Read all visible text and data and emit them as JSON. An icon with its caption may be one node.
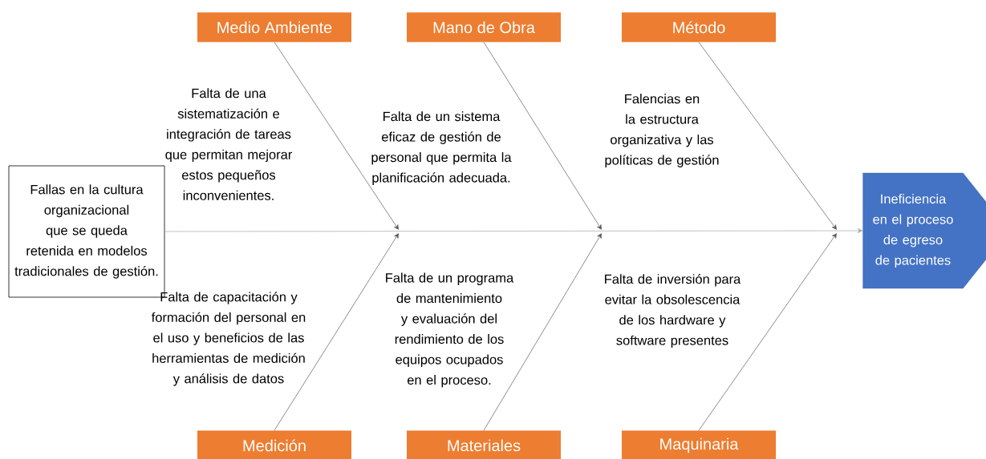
{
  "diagram": {
    "nodes": [
      {
        "text": [
          "Medio Ambiente"
        ]
      },
      {
        "text": [
          "Mano de Obra"
        ]
      },
      {
        "text": [
          "Método"
        ]
      },
      {
        "text": [
          "Fallas en la cultura organizacional que se queda retenida en modelos tradicionales de gestión."
        ]
      },
      {
        "text": [
          "Ineficiencia en el proceso de egreso de pacientes"
        ]
      },
      {
        "text": [
          "Medición"
        ]
      },
      {
        "text": [
          "Materiales"
        ]
      },
      {
        "text": [
          "Maquinaria"
        ]
      }
    ],
    "edges": [
      {
        "from": 0,
        "to": null,
        "arrow": "to"
      },
      {
        "from": 5,
        "to": null,
        "arrow": "to"
      },
      {
        "from": 1,
        "to": null,
        "arrow": "to"
      },
      {
        "from": 6,
        "to": null,
        "arrow": "to"
      },
      {
        "from": 2,
        "to": null,
        "arrow": "to"
      },
      {
        "from": 7,
        "to": null,
        "arrow": "to"
      },
      {
        "from": 3,
        "to": 4,
        "arrow": "to",
        "color": "#a6a6a6"
      }
    ],
    "labels": [
      "Falta de una sistematización e integración de tareas que permitan mejorar estos pequeños inconvenientes.",
      "Falta de un sistema eficaz de gestión de personal que permita la planificación adecuada.",
      "Falencias en la estructura organizativa y las políticas de gestión",
      "Falta de capacitación y formación del personal en el uso y beneficios de las herramientas de medición y análisis de datos",
      "Falta de un programa de mantenimiento y evaluación del rendimiento de los equipos ocupados en el proceso.",
      "Falta de inversión para evitar la obsolescencia de los hardware y software presentes"
    ]
  }
}
